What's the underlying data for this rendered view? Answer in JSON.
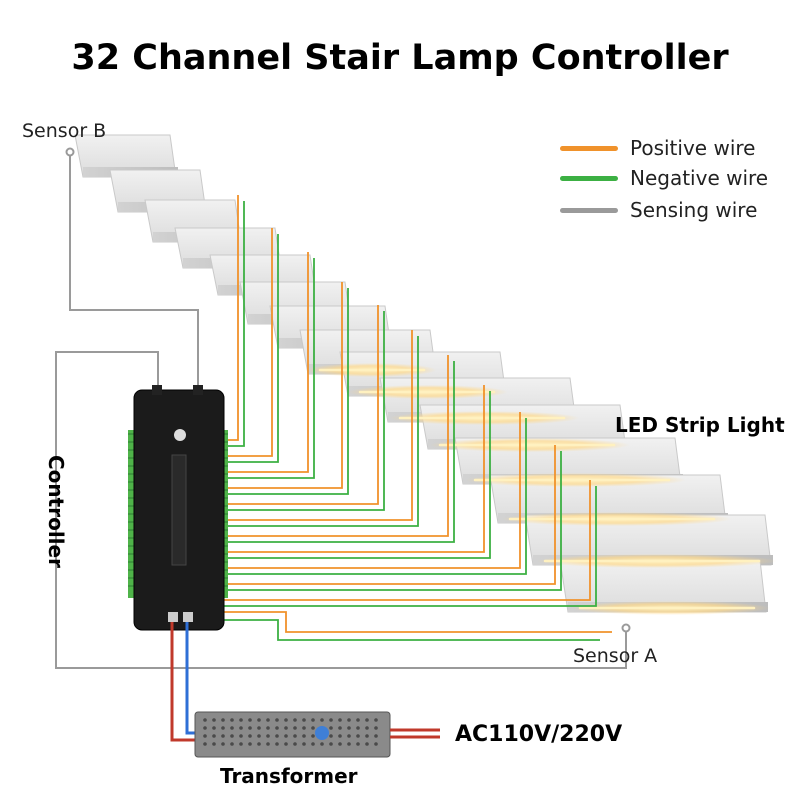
{
  "title": "32 Channel Stair Lamp Controller",
  "labels": {
    "sensor_b": "Sensor B",
    "sensor_a": "Sensor A",
    "led_strip": "LED Strip Light",
    "controller": "Controller",
    "transformer": "Transformer",
    "ac_input": "AC110V/220V"
  },
  "legend": [
    {
      "label": "Positive wire",
      "color": "#f0922b"
    },
    {
      "label": "Negative wire",
      "color": "#3cb043"
    },
    {
      "label": "Sensing wire",
      "color": "#9a9a9a"
    }
  ],
  "colors": {
    "positive": "#f0922b",
    "negative": "#3cb043",
    "sensing": "#9a9a9a",
    "led_glow": "#ffd98a",
    "power_red": "#c0392b",
    "power_blue": "#2f6fd6"
  }
}
